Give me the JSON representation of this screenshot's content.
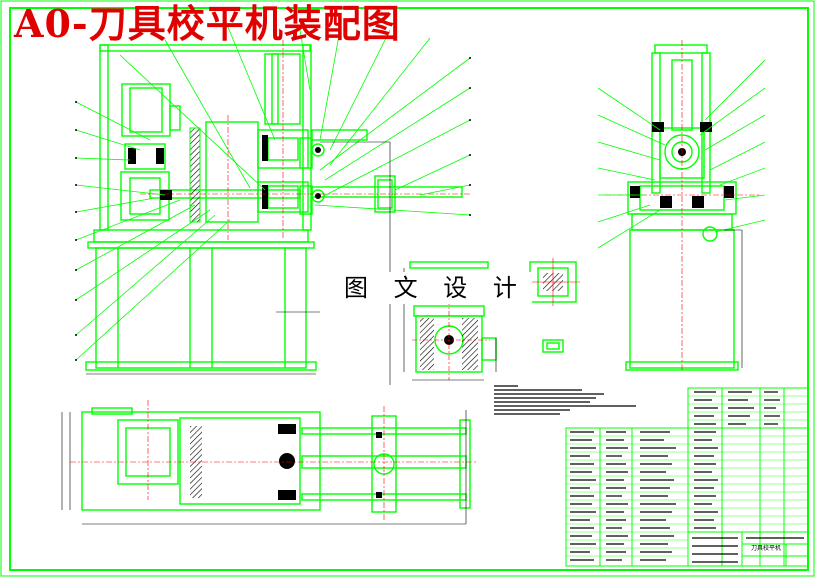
{
  "drawing": {
    "title": "A0-刀具校平机装配图",
    "watermark": "图 文 设 计",
    "title_block_name": "刀具校平机"
  },
  "colors": {
    "outline": "#00ff00",
    "dimension": "#000000",
    "centerline": "#ff0000",
    "hatch": "#000000",
    "title": "#e00000",
    "background": "#ffffff"
  }
}
